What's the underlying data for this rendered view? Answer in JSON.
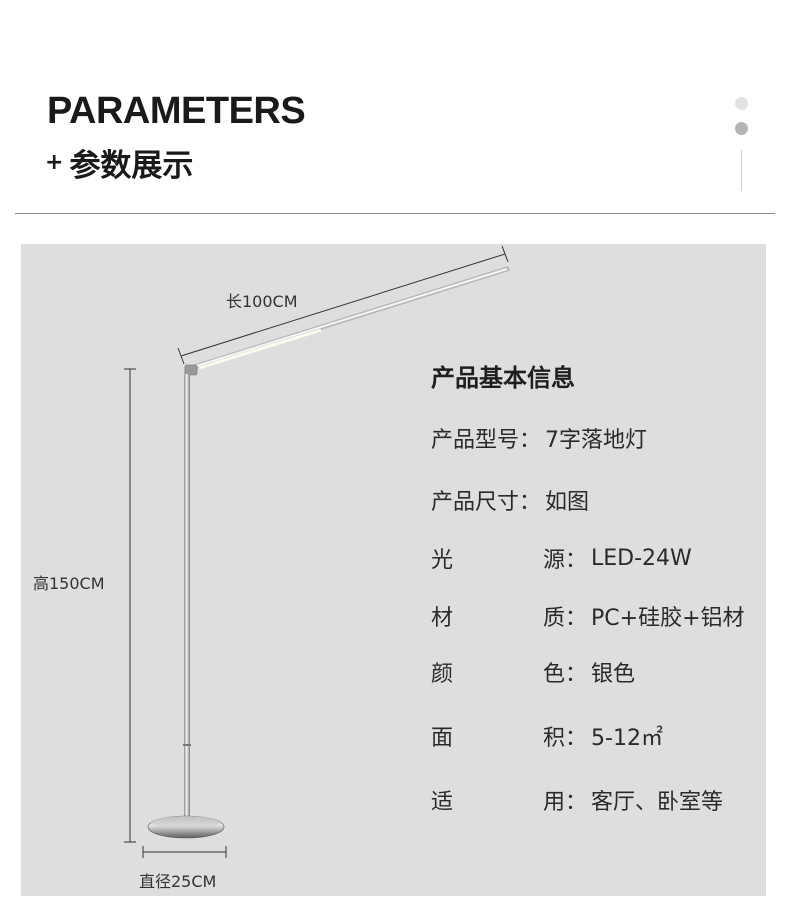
{
  "header": {
    "title": "PARAMETERS",
    "subtitle_prefix": "+",
    "subtitle": "参数展示"
  },
  "dimensions": {
    "length": "长100CM",
    "height": "高150CM",
    "diameter": "直径25CM"
  },
  "specs": {
    "heading": "产品基本信息",
    "rows": [
      {
        "label": "产品型号",
        "label_chars": [
          "产",
          "品",
          "型",
          "号"
        ],
        "value": "7字落地灯"
      },
      {
        "label": "产品尺寸",
        "label_chars": [
          "产",
          "品",
          "尺",
          "寸"
        ],
        "value": "如图"
      },
      {
        "label": "光源",
        "label_chars": [
          "光",
          "源"
        ],
        "value": "LED-24W"
      },
      {
        "label": "材质",
        "label_chars": [
          "材",
          "质"
        ],
        "value": "PC+硅胶+铝材"
      },
      {
        "label": "颜色",
        "label_chars": [
          "颜",
          "色"
        ],
        "value": "银色"
      },
      {
        "label": "面积",
        "label_chars": [
          "面",
          "积"
        ],
        "value": "5-12㎡"
      },
      {
        "label": "适用",
        "label_chars": [
          "适",
          "用"
        ],
        "value": "客厅、卧室等"
      }
    ],
    "colon": "："
  },
  "colors": {
    "panel_bg": "#dedede",
    "rule": "#8a8a8a",
    "dot_light": "#e2e2e2",
    "dot_dark": "#b5b5b5"
  }
}
